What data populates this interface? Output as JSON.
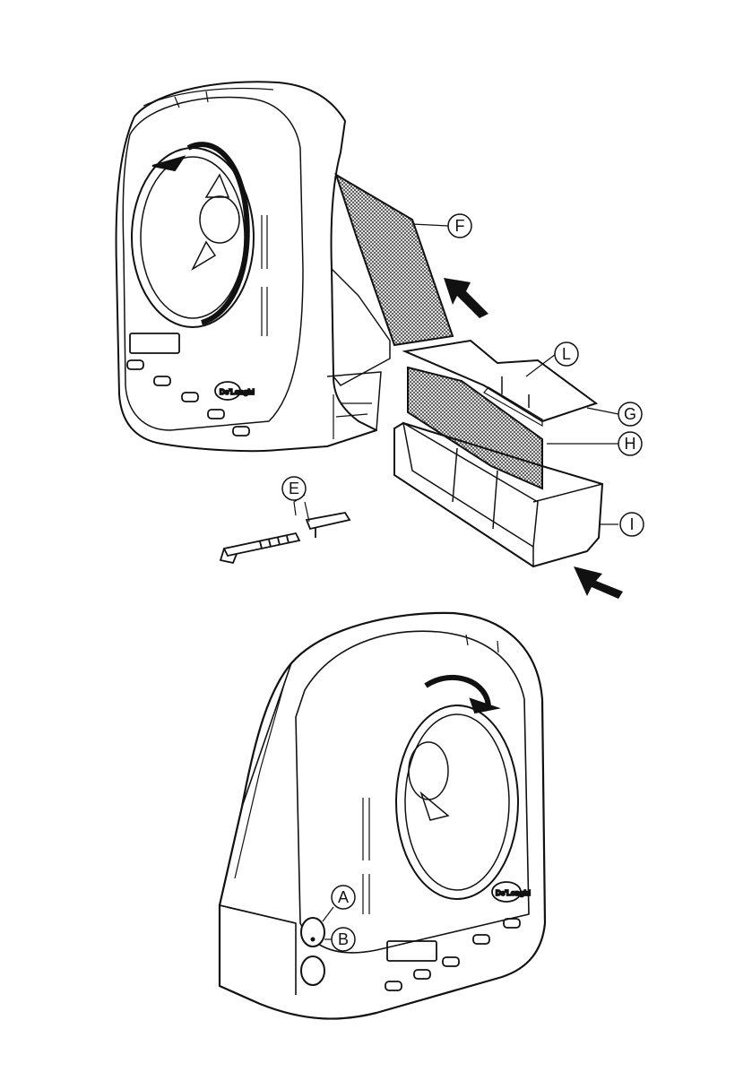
{
  "figure": {
    "labels": {
      "F": "F",
      "L": "L",
      "G": "G",
      "H": "H",
      "I": "I",
      "E": "E",
      "A": "A",
      "B": "B"
    },
    "colors": {
      "ink": "#111111",
      "paper": "#ffffff",
      "mesh": "#555555"
    },
    "logo_text": "De'Longhi"
  }
}
